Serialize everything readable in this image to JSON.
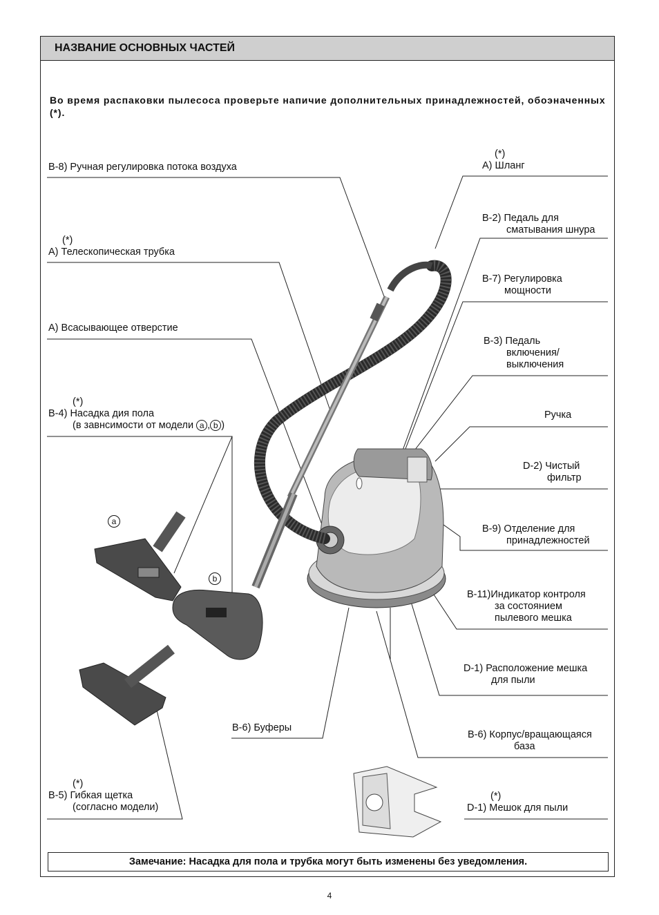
{
  "header": {
    "title": "НАЗВАНИЕ ОСНОВНЫХ ЧАСТЕЙ"
  },
  "intro": "Во время распаковки пылесоса проверьте напичие дополнительных принадлежностей, обоэначенных (*).",
  "star": "(*)",
  "left_labels": {
    "b8": "B-8) Ручная регулировка потока воздуха",
    "tube_code": "A)",
    "tube": "Телескопическая трубка",
    "suction": "A) Всасывающее отверстие",
    "nozzle_code": "B-4)",
    "nozzle_line1": "Насадка дия пола",
    "nozzle_line2": "(в завнсимости от модели",
    "nozzle_a": "a",
    "nozzle_comma": ",",
    "nozzle_b": "b",
    "nozzle_close": ")",
    "buffers": "B-6) Буферы",
    "brush_code": "B-5)",
    "brush_line1": "Гибкая щетка",
    "brush_line2": "(согласно модели)"
  },
  "callouts": {
    "a": "a",
    "b": "b"
  },
  "right_labels": {
    "hose": "A) Шланг",
    "b2_code": "B-2)",
    "b2_line1": "Педаль для",
    "b2_line2": "сматывания шнура",
    "b7_code": "B-7)",
    "b7_line1": "Регулировка",
    "b7_line2": "мощности",
    "b3_code": "B-3)",
    "b3_line1": "Педаль",
    "b3_line2": "включения/",
    "b3_line3": "выключения",
    "handle": "Ручка",
    "d2_line1": "D-2) Чистый",
    "d2_line2": "фильтр",
    "b9_line1": "B-9) Отделение для",
    "b9_line2": "принадлежностей",
    "b11_code": "B-11)",
    "b11_line1": "Индикатор контроля",
    "b11_line2": "за состоянием",
    "b11_line3": "пылевого мешка",
    "d1_line1": "D-1) Расположение мешка",
    "d1_line2": "для пыли",
    "b6_line1": "B-6) Корпус/вращающаяся",
    "b6_line2": "база",
    "bag": "D-1) Мешок для пыли"
  },
  "note": "Замечание: Насадка для пола и трубка могут быть изменены без уведомления.",
  "page_number": "4"
}
